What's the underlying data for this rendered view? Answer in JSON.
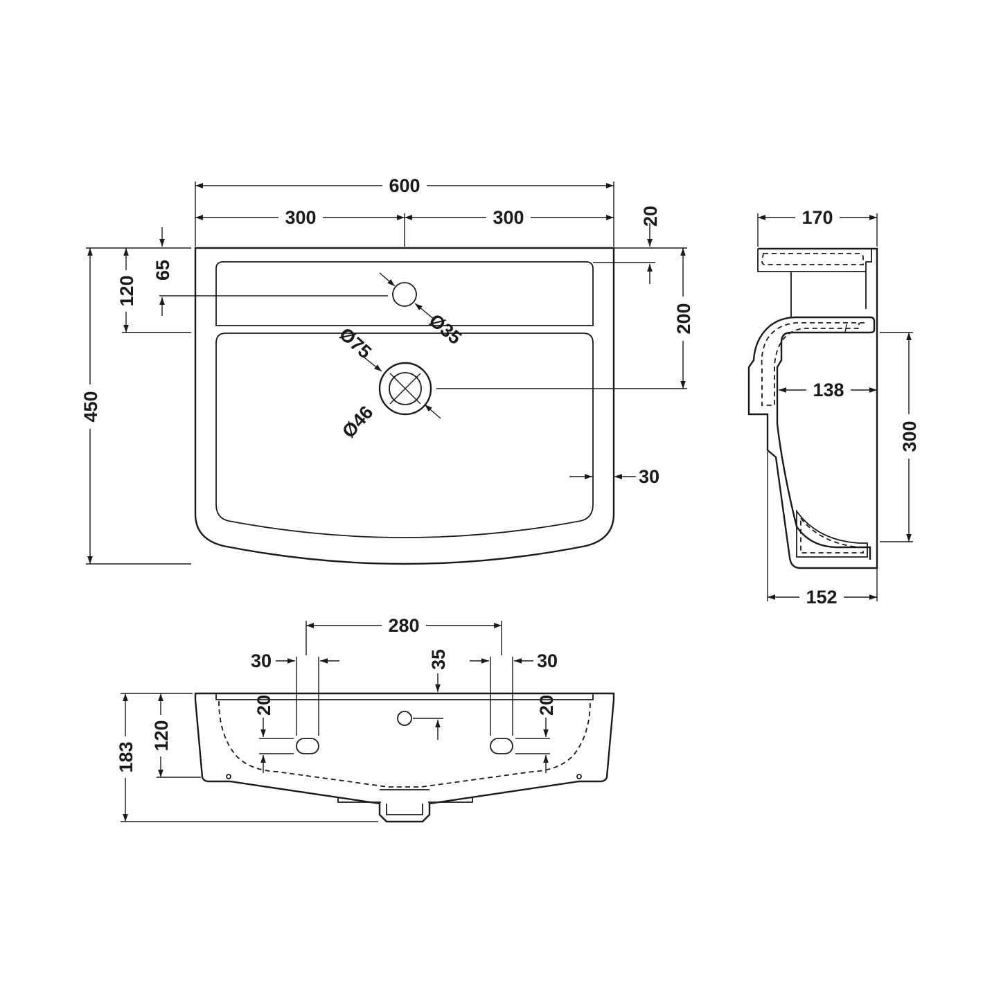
{
  "colors": {
    "line": "#1a1a1a",
    "background": "#ffffff"
  },
  "plan_view": {
    "overall_width": "600",
    "half_width_left": "300",
    "half_width_right": "300",
    "rim_to_tap_hole": "20",
    "tap_hole_offset": "65",
    "shelf_depth": "120",
    "overall_depth": "450",
    "waste_from_back": "200",
    "tap_hole_diameter": "Ø35",
    "waste_outer_diameter": "Ø75",
    "waste_inner_diameter": "Ø46",
    "rim_thickness": "30"
  },
  "side_view": {
    "top_depth": "170",
    "projection": "138",
    "height": "300",
    "base_depth": "152"
  },
  "rear_view": {
    "fixing_spacing": "280",
    "fixing_left_width": "30",
    "fixing_right_width": "30",
    "overflow_offset": "35",
    "fixing_left_height": "20",
    "fixing_right_height": "20",
    "fixing_height_from_top": "120",
    "overall_height": "183"
  }
}
